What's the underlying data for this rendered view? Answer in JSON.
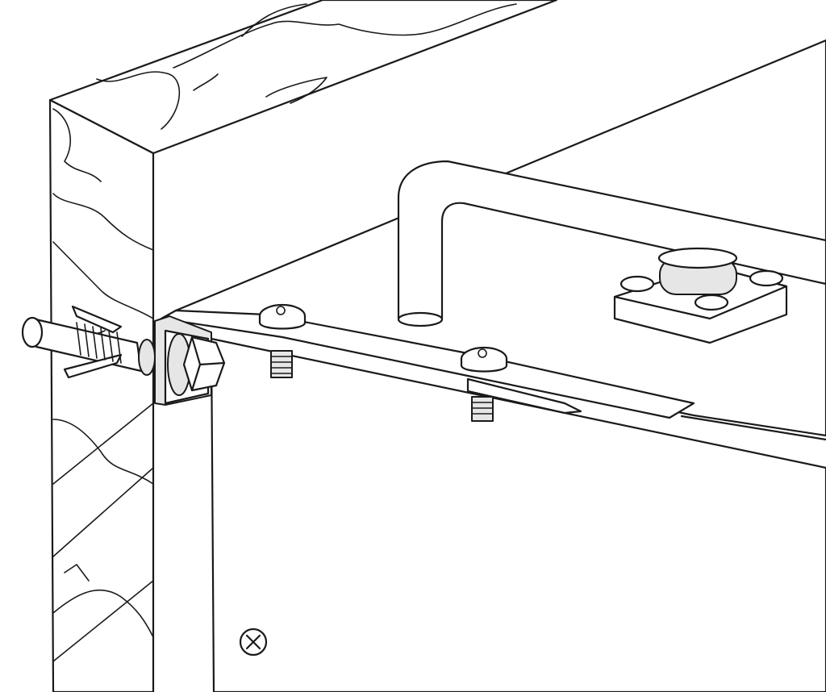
{
  "figure": {
    "description_type": "line-art installation illustration",
    "colors": {
      "line": "#1a1a1a",
      "background": "#ffffff",
      "metal_shade": "#e6e6e6",
      "dark_shade": "#bdbdbd"
    },
    "icons": [
      "wall-section",
      "cabinet-body",
      "handle",
      "mounting-bracket",
      "wall-anchor-bolt",
      "hex-bolt-head",
      "torx-screw",
      "rubber-foot",
      "phillips-screw-icon"
    ]
  }
}
